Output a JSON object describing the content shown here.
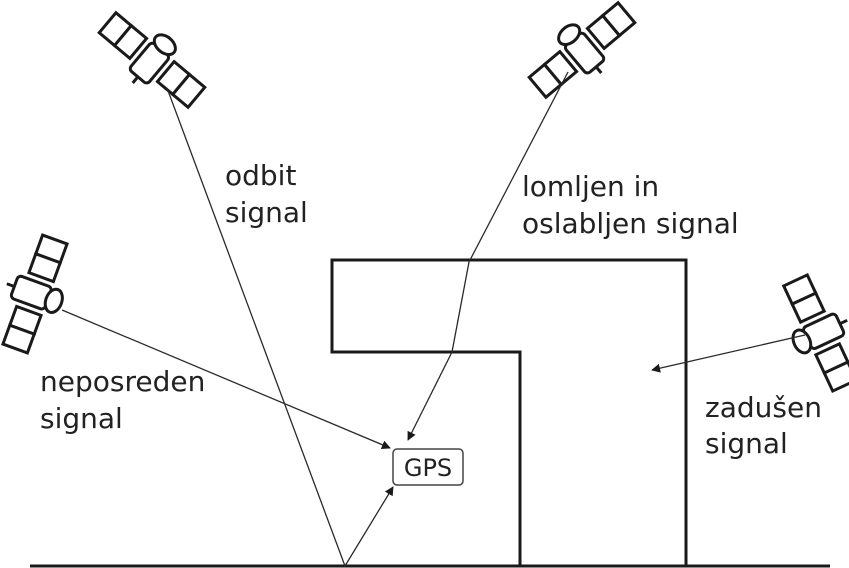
{
  "colors": {
    "ink": "#1a1a1a",
    "ray": "#2a2a2a",
    "background": "#ffffff"
  },
  "icons": [
    "satellite-icon",
    "gps-receiver-box"
  ],
  "labels": {
    "reflected": [
      "odbit",
      "signal"
    ],
    "refracted": [
      "lomljen in",
      "oslabljen signal"
    ],
    "direct": [
      "neposreden",
      "signal"
    ],
    "blocked": [
      "zadušen",
      "signal"
    ]
  },
  "gps": {
    "label": "GPS"
  }
}
